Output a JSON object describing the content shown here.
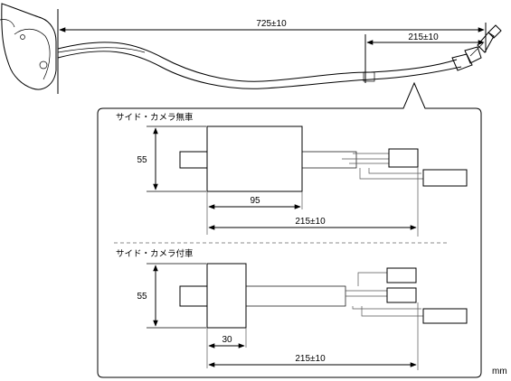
{
  "top_view": {
    "overall_length": "725±10",
    "end_length": "215±10"
  },
  "detail_without_camera": {
    "caption": "サイド・カメラ無車",
    "height_dim": "55",
    "body_length_dim": "95",
    "overall_dim": "215±10"
  },
  "detail_with_camera": {
    "caption": "サイド・カメラ付車",
    "height_dim": "55",
    "body_length_dim": "30",
    "overall_dim": "215±10"
  },
  "unit_label": "mm"
}
